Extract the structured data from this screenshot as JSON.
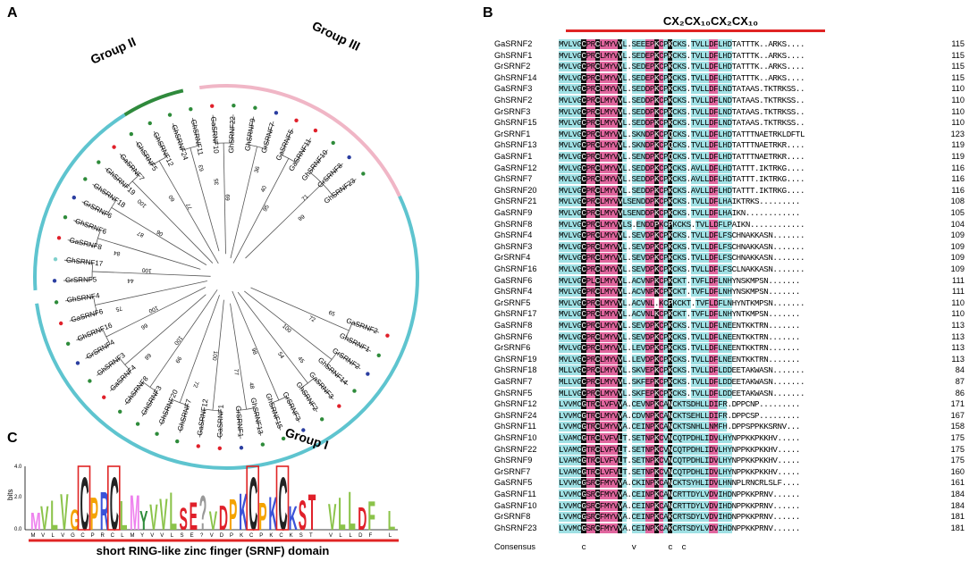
{
  "panels": {
    "a": "A",
    "b": "B",
    "c": "C"
  },
  "tree": {
    "group_labels": [
      "Group I",
      "Group II",
      "Group III"
    ],
    "leaves": [
      {
        "name": "GaSRNF2",
        "dot": "red"
      },
      {
        "name": "GhSRNF1",
        "dot": "green"
      },
      {
        "name": "GrSRNF2",
        "dot": "blue"
      },
      {
        "name": "GhSRNF14",
        "dot": "green"
      },
      {
        "name": "GaSRNF3",
        "dot": "red"
      },
      {
        "name": "GhSRNF2",
        "dot": "green"
      },
      {
        "name": "GrSRNF3",
        "dot": "blue"
      },
      {
        "name": "GhSRNF15",
        "dot": "green"
      },
      {
        "name": "GhSRNF13",
        "dot": "green"
      },
      {
        "name": "GrSRNF1",
        "dot": "blue"
      },
      {
        "name": "GaSRNF1",
        "dot": "red"
      },
      {
        "name": "GaSRNF12",
        "dot": "red"
      },
      {
        "name": "GhSRNF7",
        "dot": "green"
      },
      {
        "name": "GhSRNF20",
        "dot": "green"
      },
      {
        "name": "GhSRNF3",
        "dot": "green"
      },
      {
        "name": "GhSRNF8",
        "dot": "green"
      },
      {
        "name": "GaSRNF4",
        "dot": "red"
      },
      {
        "name": "GhSRNF3",
        "dot": "green"
      },
      {
        "name": "GrSRNF4",
        "dot": "blue"
      },
      {
        "name": "GhSRNF16",
        "dot": "green"
      },
      {
        "name": "GaSRNF6",
        "dot": "red"
      },
      {
        "name": "GhSRNF4",
        "dot": "green"
      },
      {
        "name": "GrSRNF5",
        "dot": "blue"
      },
      {
        "name": "GhSRNF17",
        "dot": "cyan"
      },
      {
        "name": "GaSRNF8",
        "dot": "red"
      },
      {
        "name": "GhSRNF6",
        "dot": "green"
      },
      {
        "name": "GrSRNF6",
        "dot": "blue"
      },
      {
        "name": "GhSRNF18",
        "dot": "green"
      },
      {
        "name": "GhSRNF19",
        "dot": "green"
      },
      {
        "name": "GaSRNF7",
        "dot": "red"
      },
      {
        "name": "GhSRNF5",
        "dot": "green"
      },
      {
        "name": "GhSRNF12",
        "dot": "green"
      },
      {
        "name": "GhSRNF24",
        "dot": "green"
      },
      {
        "name": "GhSRNF11",
        "dot": "green"
      },
      {
        "name": "GaSRNF10",
        "dot": "red"
      },
      {
        "name": "GhSRNF22",
        "dot": "green"
      },
      {
        "name": "GhSRNF9",
        "dot": "green"
      },
      {
        "name": "GrSRNF7",
        "dot": "blue"
      },
      {
        "name": "GaSRNF5",
        "dot": "red"
      },
      {
        "name": "GaSRNF11",
        "dot": "red"
      },
      {
        "name": "GhSRNF10",
        "dot": "green"
      },
      {
        "name": "GrSRNF8",
        "dot": "blue"
      },
      {
        "name": "GhSRNF23",
        "dot": "green"
      }
    ],
    "bootstrap": [
      "65",
      "72",
      "100",
      "45",
      "54",
      "98",
      "48",
      "77",
      "100",
      "72",
      "99",
      "100",
      "68",
      "66",
      "100",
      "75",
      "44",
      "100",
      "84",
      "87",
      "06",
      "100",
      "60",
      "77",
      "63",
      "35",
      "69",
      "36",
      "40",
      "95",
      "71",
      "99"
    ],
    "colors": {
      "group1": "#5ec4cf",
      "group2": "#2f8a3c",
      "group3": "#f0b6c6",
      "red": "#e0202a",
      "green": "#2e8b3a",
      "blue": "#2b3ea0",
      "cyan": "#7fd0cc"
    }
  },
  "alignment": {
    "motif_label": "CX₂CX₁₀CX₂CX₁₀",
    "rows": [
      {
        "name": "GaSRNF2",
        "seq": "MVLVGCPRCLMYVVL.SEEEPKCPKCKS.TVLLDFLHDTATTTK..ARKS....",
        "num": "115"
      },
      {
        "name": "GhSRNF1",
        "seq": "MVLVGCPRCLMYVVL.SEDEPKCPKCKS.TVLLDFLHDTATTTK..ARKS....",
        "num": "115"
      },
      {
        "name": "GrSRNF2",
        "seq": "MVLVGCPRCLMYVVL.SEDEPKCPKCKS.TVLLDFLHDTATTTK..ARKS....",
        "num": "115"
      },
      {
        "name": "GhSRNF14",
        "seq": "MVLVGCPRCLMYVVL.SEDEPKCPKCKS.TVLLDFLHDTATTTK..ARKS....",
        "num": "115"
      },
      {
        "name": "GaSRNF3",
        "seq": "MVLVGCPRCLMYVVL.SEDDPKCPKCKS.TVLLDFLNDTATAAS.TKTRKSS..",
        "num": "110"
      },
      {
        "name": "GhSRNF2",
        "seq": "MVLVGCPRCLMYVVL.SEDDPKCPKCKS.TVLLDFLNDTATAAS.TKTRKSS..",
        "num": "110"
      },
      {
        "name": "GrSRNF3",
        "seq": "MVLVGCPRCLMYVVL.SEDDPKCPKCKS.TVLLDFLNDTATAAS.TKTRKSS..",
        "num": "110"
      },
      {
        "name": "GhSRNF15",
        "seq": "MVLVGCPRCLMYVVL.SEDDPKCPKCKS.TVLLDFLNDTATAAS.TKTRKSS..",
        "num": "110"
      },
      {
        "name": "GrSRNF1",
        "seq": "MVLVGCPRCLMYVVL.SKNDPKCPQCKS.TVLLDFLHDTATTTNAETRKLDFTL",
        "num": "123"
      },
      {
        "name": "GhSRNF13",
        "seq": "MVLVGCPRCLMYVVL.SKNDPKCPQCKS.TVLLDFLHDTATTTNAETRKR....",
        "num": "119"
      },
      {
        "name": "GaSRNF1",
        "seq": "MVLVGCPRCLMYVVL.SENDPKCPQCKS.TVLLDFLHDTATTTNAETRKR....",
        "num": "119"
      },
      {
        "name": "GaSRNF12",
        "seq": "MVLVGCPRCLMYVVL.SEDDPKCPKCKS.AVLLDFLHDTATTT.IKTRKG....",
        "num": "116"
      },
      {
        "name": "GhSRNF7",
        "seq": "MVLVGCPRCLMYVVL.SEDDPKCPKCKS.AVLLDFLHDTATTT.IKTRKG....",
        "num": "116"
      },
      {
        "name": "GhSRNF20",
        "seq": "MVLVGCPRCLMYVVL.SEDDPKCPKCKS.AVLLDFLHDTATTT.IKTRKG....",
        "num": "116"
      },
      {
        "name": "GhSRNF21",
        "seq": "MVLVGCPRCLMYVVLSENDDPKCPKCKS.TVLLDFLHAIKTRKS.........",
        "num": "108"
      },
      {
        "name": "GaSRNF9",
        "seq": "MVLVGCPRCLMYVVLSENDDPKCPKCKS.TVLLDFLHAIKN............",
        "num": "105"
      },
      {
        "name": "GhSRNF8",
        "seq": "MVLVGCPRCLMYVVLS.ENDDPKCPKCKS.TVLLDFLPAIKN............",
        "num": "104"
      },
      {
        "name": "GhSRNF4",
        "seq": "MVLVGCPRCLMYVVL.SEVDPKCPKCKS.TVLLDFLFSCHNAKKASN.......",
        "num": "109"
      },
      {
        "name": "GhSRNF3",
        "seq": "MVLVGCPRCLMYVVL.SEVDPKCPKCKS.TVLLDFLFSCHNAKKASN.......",
        "num": "109"
      },
      {
        "name": "GrSRNF4",
        "seq": "MVLVGCPRCLMYVVL.SEVDPKCPKCKS.TVLLDFLFSCHNAKKASN.......",
        "num": "109"
      },
      {
        "name": "GhSRNF16",
        "seq": "MVLVGCPRCLMYVVL.SEVDPKCPKCKS.TVLLDFLFSCLNAKKASN.......",
        "num": "109"
      },
      {
        "name": "GaSRNF6",
        "seq": "MVLVGCPLCLMYVVL.ACVNPKCPKCKT.TVFLDFLNHYNSKMPSN.......",
        "num": "111"
      },
      {
        "name": "GhSRNF4",
        "seq": "MVLVGCPRCLMYVVL.ACVNPKCPKCKT.TVFLDFLNHYNSKMPSN.......",
        "num": "111"
      },
      {
        "name": "GrSRNF5",
        "seq": "MVLVGCPRCLMYVVL.ACVNL.KCPKCKT.TVFLDFLNHYNTKMPSN.......",
        "num": "110"
      },
      {
        "name": "GhSRNF17",
        "seq": "MVLVGCPRCLMYVVL.ACVNLKCPKCKT.TVFLDFLNHYNTKMPSN.......",
        "num": "110"
      },
      {
        "name": "GaSRNF8",
        "seq": "MVLVGCPRCLMYVVL.SEVDPKCPKCKS.TVLLDFLNEENTKKTRN.......",
        "num": "113"
      },
      {
        "name": "GhSRNF6",
        "seq": "MVLVGCPRCLMYVVL.SEVDPKCPKCKS.TVLLDFLNEENTKKTRN.......",
        "num": "113"
      },
      {
        "name": "GrSRNF6",
        "seq": "MVLVGCPRCLMYVVL.LEVDPKCPKCKS.TVLLDFLNEENTKKTRN.......",
        "num": "113"
      },
      {
        "name": "GhSRNF19",
        "seq": "MVLVGCPRCLMYVVL.LEVDPKCPKCKS.TVLLDFLNEENTKKTRN.......",
        "num": "113"
      },
      {
        "name": "GhSRNF18",
        "seq": "MLLVGCPRCLMYVVL.SKVEPKCPKCKS.TVLLDFLDDEETAKWASN.......",
        "num": "84"
      },
      {
        "name": "GaSRNF7",
        "seq": "MLLVGCPRCLMYVVL.SKFEPKCPKCKS.TVLLDFLDDEETAKWASN.......",
        "num": "87"
      },
      {
        "name": "GhSRNF5",
        "seq": "MLLVGCPRCLMYVVL.SKFEPKCPKCKS.TVLLDFLDDEETAKWASN.......",
        "num": "86"
      },
      {
        "name": "GhSRNF12",
        "seq": "LVVMCGTRCLVFVVA.CEVNPKCANCKTSDHLLDIFR.DPPCNP.........",
        "num": "171"
      },
      {
        "name": "GhSRNF24",
        "seq": "LVVMCGTRCLMYVVA.CDVNPKCANCKTSEHLLDIFR.DPPCSP.........",
        "num": "167"
      },
      {
        "name": "GhSRNF11",
        "seq": "LVVMCGTRCLMYVVA.CEINPKCANCKTSNHLLNMFH.DPPSPPKKSRNV...",
        "num": "158"
      },
      {
        "name": "GhSRNF10",
        "seq": "LVAMCGTRCLVFVLT.SETNPKCVNCQTPDHLIDVLHYNPPKKPKKHV.....",
        "num": "175"
      },
      {
        "name": "GhSRNF22",
        "seq": "LVAMCGTRCLVFVLT.SETNPKCVNCQTPDHLIDVLHYNPPKKPKKHV.....",
        "num": "175"
      },
      {
        "name": "GhSRNF9",
        "seq": "LVAMCGTRCLVFVLT.SETNPKCVNCQTPDHLIDVLHYNPPKKPKKHV.....",
        "num": "175"
      },
      {
        "name": "GrSRNF7",
        "seq": "LVAMCGTRCLVFVLT.SETNPKCVNCQTPDHLIDVLHYNPPKKPKKHV.....",
        "num": "160"
      },
      {
        "name": "GaSRNF5",
        "seq": "LVVMCGSRCFMYVVA.CKINPKCANCKTSYHLIDVLHNNPLRNCRLSLF....",
        "num": "161"
      },
      {
        "name": "GaSRNF11",
        "seq": "LVVMCGSRCFMYVVA.CEINPKCANCRTTDYLVDVIHDNPPKKPRNV......",
        "num": "184"
      },
      {
        "name": "GaSRNF10",
        "seq": "LVVMCGSRCFMYVVA.CEINPKCANCRTTDYLVDVIHDNPPKKPRNV......",
        "num": "184"
      },
      {
        "name": "GrSRNF8",
        "seq": "LVVMCGSRCFMYVVA.CEINPKCAKCRTSDYLVDVIHDNPPKKPRNV......",
        "num": "181"
      },
      {
        "name": "GhSRNF23",
        "seq": "LVVMCGSRCFMYVVA.CEINPKCAKCRTSDYLVDVIHDNPPKKPRNV......",
        "num": "181"
      }
    ],
    "consensus_label": "Consensus",
    "consensus": "     c          v       c  c",
    "colors": {
      "black": "#111111",
      "pink": "#e0669e",
      "cyan": "#9fe0e4",
      "bar": "#e02424"
    }
  },
  "logo": {
    "ylabel": "bits",
    "yticks": [
      "4.0",
      "2.0",
      "0.0"
    ],
    "positions": "MVLVGCPRCLMYVVLSE?VDPKCPKCKST VLLDF L",
    "domain_label": "short RING-like zinc finger (SRNF) domain"
  }
}
